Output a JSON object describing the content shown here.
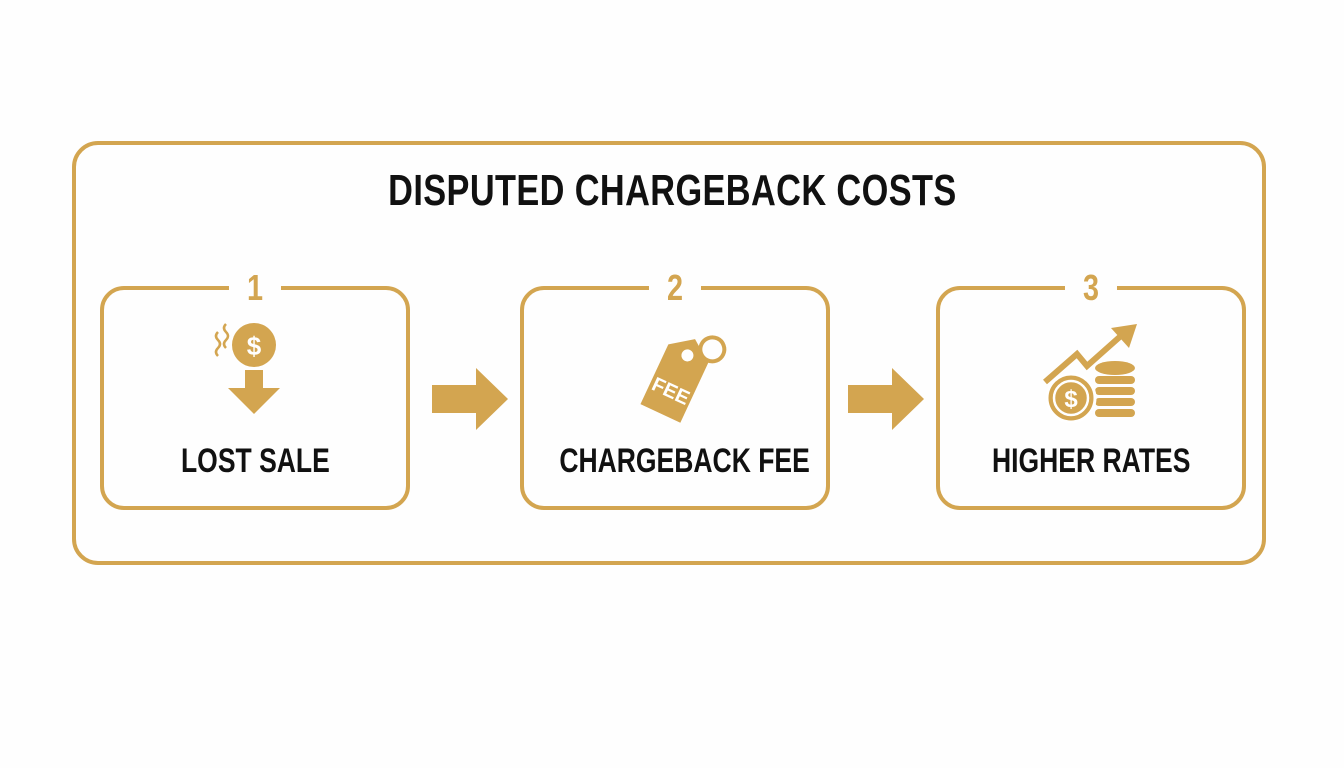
{
  "title": "DISPUTED CHARGEBACK COSTS",
  "colors": {
    "accent": "#d3a550",
    "text": "#111111",
    "background": "#fefefe"
  },
  "steps": [
    {
      "number": "1",
      "label": "LOST SALE",
      "icon": "lost-money-down-arrow-icon"
    },
    {
      "number": "2",
      "label": "CHARGEBACK FEE",
      "icon": "fee-tag-icon"
    },
    {
      "number": "3",
      "label": "HIGHER RATES",
      "icon": "rising-coins-chart-icon"
    }
  ],
  "connectors": [
    "right-arrow",
    "right-arrow"
  ]
}
